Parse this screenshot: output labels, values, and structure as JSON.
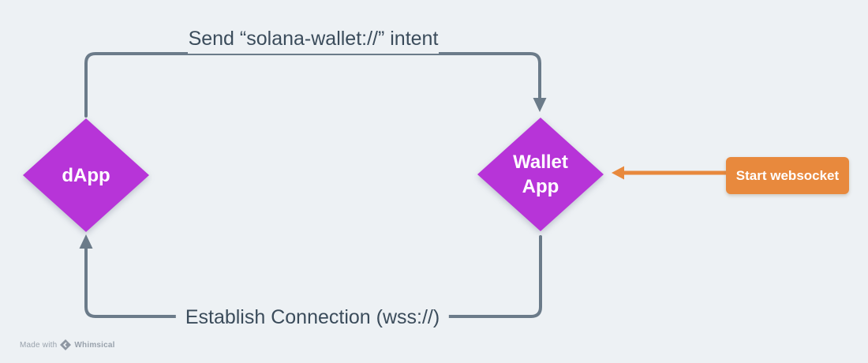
{
  "canvas": {
    "background": "#edf1f4"
  },
  "nodes": [
    {
      "id": "dapp",
      "shape": "diamond",
      "label": "dApp",
      "fill": "#b734d8",
      "text_color": "#ffffff"
    },
    {
      "id": "wallet-app",
      "shape": "diamond",
      "label": "Wallet App",
      "fill": "#b734d8",
      "text_color": "#ffffff"
    }
  ],
  "edges": [
    {
      "id": "send-intent",
      "from": "dapp",
      "to": "wallet-app",
      "label": "Send “solana-wallet://” intent",
      "color": "#6b7b89",
      "text_color": "#3b4c5b"
    },
    {
      "id": "establish-connection",
      "from": "wallet-app",
      "to": "dapp",
      "label": "Establish Connection (wss://)",
      "color": "#6b7b89",
      "text_color": "#3b4c5b"
    }
  ],
  "annotation": {
    "label": "Start websocket",
    "fill": "#e8893d",
    "text_color": "#ffffff",
    "arrow_color": "#e8893d",
    "points_to": "wallet-app"
  },
  "watermark": {
    "text": "Made with",
    "brand": "Whimsical",
    "color": "#99a2ac",
    "logo_color": "#8e97a2"
  }
}
